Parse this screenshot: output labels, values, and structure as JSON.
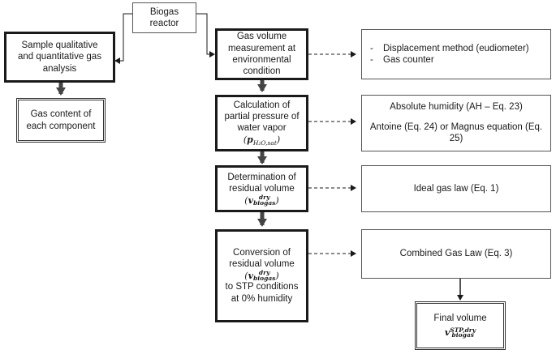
{
  "nodes": {
    "reactor": "Biogas\nreactor",
    "sample_analysis": "Sample qualitative and quantitative gas analysis",
    "gas_content": "Gas content of each component",
    "gas_volume": "Gas volume measurement at environmental condition",
    "measurement_methods": [
      "Displacement method (eudiometer)",
      "Gas counter"
    ],
    "partial_pressure": "Calculation of partial pressure of water vapor",
    "partial_pressure_symbol": "p",
    "partial_pressure_sub": "H₂O,sat",
    "humidity_line1": "Absolute humidity (AH – Eq. 23)",
    "humidity_line2": "Antoine (Eq. 24) or Magnus equation (Eq. 25)",
    "residual": "Determination of residual volume",
    "v_symbol": "v",
    "v_sup": "dry",
    "v_sub": "biogas",
    "ideal_gas": "Ideal gas law (Eq. 1)",
    "conversion_pre": "Conversion of residual volume",
    "conversion_post": "to STP conditions at 0% humidity",
    "combined_gas": "Combined Gas Law (Eq. 3)",
    "final_volume": "Final volume",
    "final_sup": "STP,dry",
    "final_sub": "biogas"
  }
}
